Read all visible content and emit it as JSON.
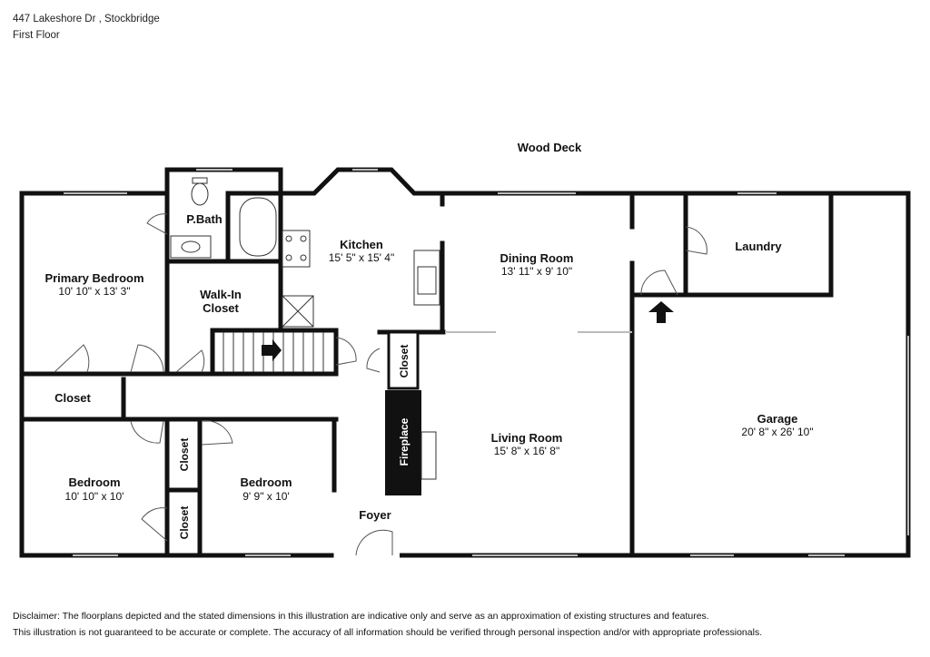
{
  "header": {
    "address": "447 Lakeshore Dr , Stockbridge",
    "floor": "First Floor"
  },
  "rooms": {
    "wood_deck": "Wood Deck",
    "pbath": "P.Bath",
    "kitchen": {
      "name": "Kitchen",
      "dim": "15' 5\" x 15' 4\""
    },
    "dining": {
      "name": "Dining Room",
      "dim": "13' 11\" x 9' 10\""
    },
    "laundry": "Laundry",
    "primary": {
      "name": "Primary Bedroom",
      "dim": "10' 10\" x 13' 3\""
    },
    "walkin_1": "Walk-In",
    "walkin_2": "Closet",
    "closet": "Closet",
    "closet_v1": "Closet",
    "closet_v2": "Closet",
    "closet_v3": "Closet",
    "fireplace": "Fireplace",
    "living": {
      "name": "Living Room",
      "dim": "15' 8\" x 16' 8\""
    },
    "garage": {
      "name": "Garage",
      "dim": "20' 8\" x 26' 10\""
    },
    "bedroom1": {
      "name": "Bedroom",
      "dim": "10' 10\" x 10'"
    },
    "bedroom2": {
      "name": "Bedroom",
      "dim": "9' 9\" x 10'"
    },
    "foyer": "Foyer"
  },
  "disclaimer": {
    "line1": "Disclaimer: The floorplans depicted and the stated dimensions in this illustration are indicative only and serve as an approximation of existing structures and features.",
    "line2": "This illustration is not guaranteed to be accurate or complete. The accuracy of all information should be verified through personal inspection and/or with appropriate professionals."
  }
}
